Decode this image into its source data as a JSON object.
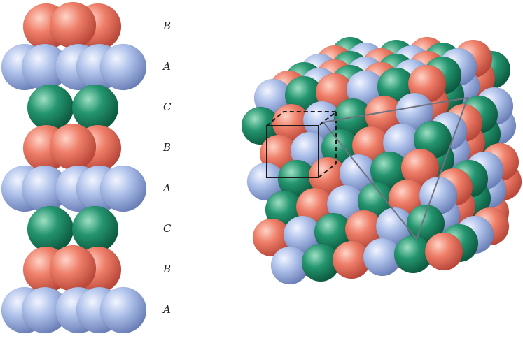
{
  "figure": {
    "stack_labels": [
      "B",
      "A",
      "C",
      "B",
      "A",
      "C",
      "B",
      "A"
    ],
    "stack_colors": [
      "red",
      "blue",
      "green",
      "red",
      "blue",
      "green",
      "red",
      "blue"
    ],
    "colors": {
      "red": "#e8735f",
      "blue": "#a9bde6",
      "green": "#1f8f6a",
      "outline": "#1a1a1a",
      "triangle": "#7a7f8c"
    },
    "icons": [
      "sphere",
      "unit-cube-outline",
      "close-packed-plane-triangle"
    ]
  }
}
